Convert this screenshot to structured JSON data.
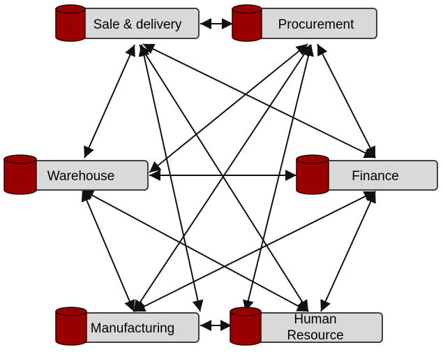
{
  "colors": {
    "box_fill": "#d9d9d9",
    "box_stroke": "#404040",
    "db_fill": "#990000",
    "db_stroke": "#2a0000",
    "arrow": "#111111"
  },
  "nodes": [
    {
      "id": "sale",
      "label_lines": [
        "Sale & delivery"
      ],
      "icon": "database-icon"
    },
    {
      "id": "procurement",
      "label_lines": [
        "Procurement"
      ],
      "icon": "database-icon"
    },
    {
      "id": "warehouse",
      "label_lines": [
        "Warehouse"
      ],
      "icon": "database-icon"
    },
    {
      "id": "finance",
      "label_lines": [
        "Finance"
      ],
      "icon": "database-icon"
    },
    {
      "id": "manufacturing",
      "label_lines": [
        "Manufacturing"
      ],
      "icon": "database-icon"
    },
    {
      "id": "hr",
      "label_lines": [
        "Human",
        "Resource"
      ],
      "icon": "database-icon"
    }
  ],
  "edges": [
    {
      "from": "sale",
      "to": "procurement",
      "direction": "both"
    },
    {
      "from": "sale",
      "to": "warehouse",
      "direction": "both"
    },
    {
      "from": "sale",
      "to": "finance",
      "direction": "both"
    },
    {
      "from": "sale",
      "to": "manufacturing",
      "direction": "both"
    },
    {
      "from": "sale",
      "to": "hr",
      "direction": "both"
    },
    {
      "from": "procurement",
      "to": "warehouse",
      "direction": "both"
    },
    {
      "from": "procurement",
      "to": "finance",
      "direction": "both"
    },
    {
      "from": "procurement",
      "to": "manufacturing",
      "direction": "both"
    },
    {
      "from": "procurement",
      "to": "hr",
      "direction": "both"
    },
    {
      "from": "warehouse",
      "to": "finance",
      "direction": "both"
    },
    {
      "from": "warehouse",
      "to": "manufacturing",
      "direction": "both"
    },
    {
      "from": "warehouse",
      "to": "hr",
      "direction": "both"
    },
    {
      "from": "finance",
      "to": "manufacturing",
      "direction": "both"
    },
    {
      "from": "finance",
      "to": "hr",
      "direction": "both"
    },
    {
      "from": "manufacturing",
      "to": "hr",
      "direction": "both"
    }
  ]
}
